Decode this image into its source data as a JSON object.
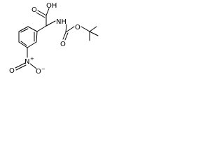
{
  "molecule": {
    "atom_labels": {
      "hydroxyl": "OH",
      "amine": "NH",
      "carbonyl_o_acid": "O",
      "carbonyl_o_boc": "O",
      "ester_o": "O",
      "nitro_n": "N",
      "nitro_n_charge": "+",
      "nitro_o_double": "O",
      "nitro_o_single": "O",
      "nitro_o_charge": "−"
    }
  }
}
